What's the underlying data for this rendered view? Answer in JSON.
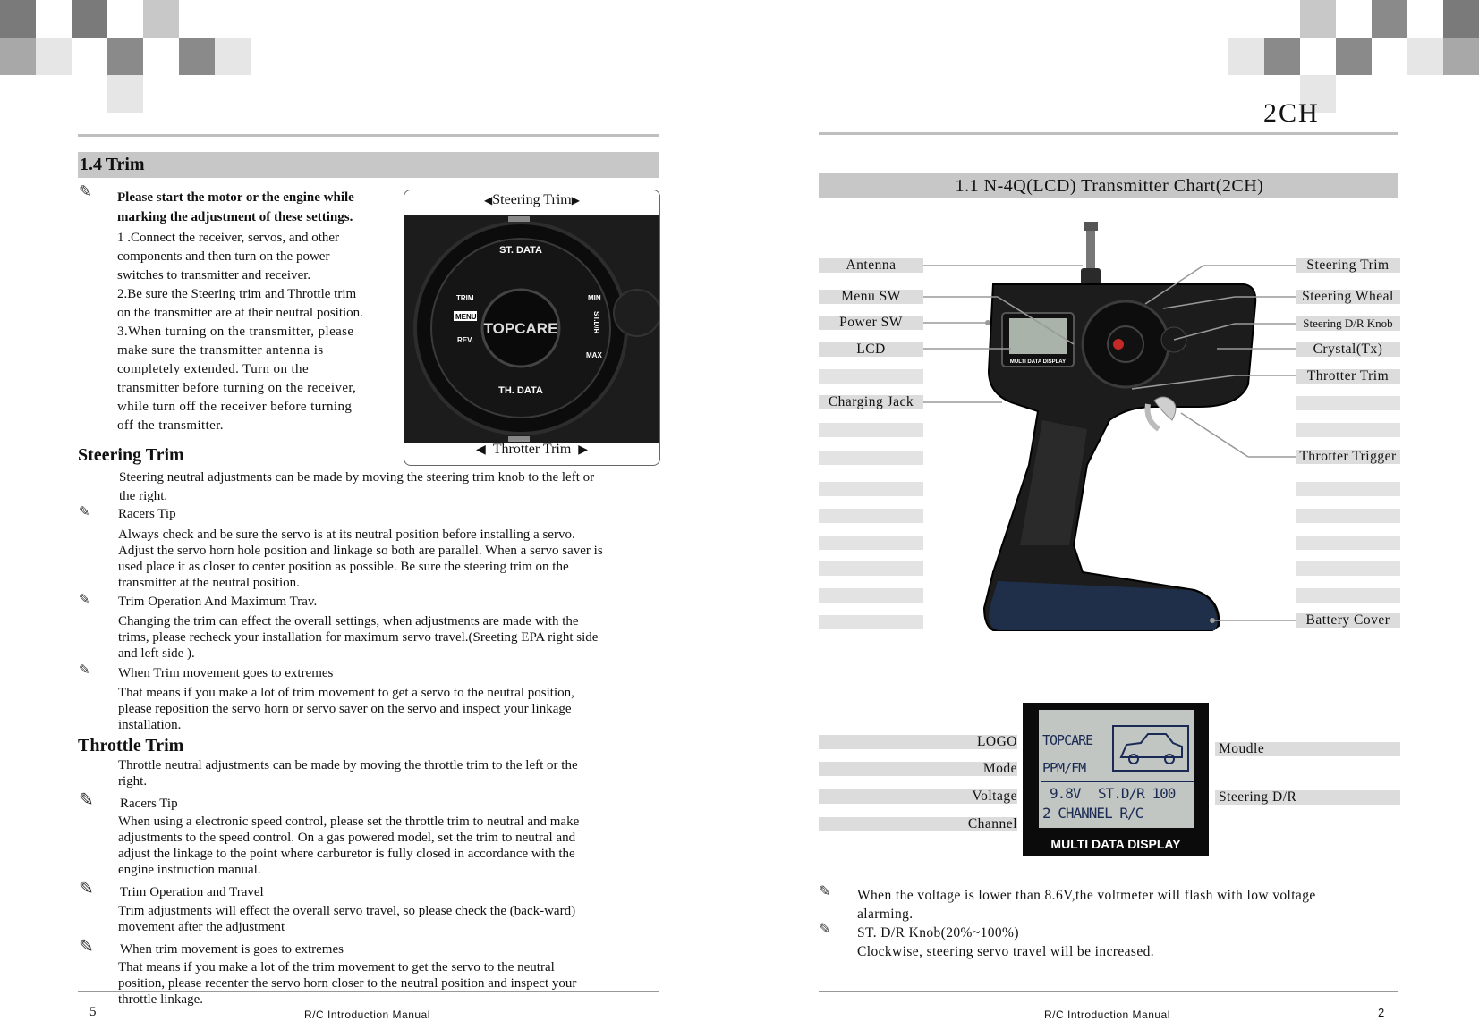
{
  "left": {
    "section_title": "1.4  Trim",
    "warning": [
      "Please start the motor or the engine while",
      "marking the adjustment of these settings."
    ],
    "steps": [
      "1 .Connect the receiver, servos, and other",
      "components and then turn on the power",
      "switches to transmitter and receiver.",
      "2.Be sure the Steering trim and Throttle trim",
      "on the transmitter are at their neutral position.",
      "3.When turning on the transmitter, please",
      "make sure the transmitter antenna is",
      "completely extended. Turn on the",
      "transmitter before turning on the receiver,",
      "while turn off the receiver before turning",
      "off the transmitter."
    ],
    "photo": {
      "top_label": "Steering Trim",
      "bottom_label": "Throtter Trim",
      "st_data": "ST. DATA",
      "th_data": "TH. DATA",
      "trim": "TRIM",
      "menu": "MENU",
      "rev": "REV.",
      "min": "MIN",
      "max": "MAX",
      "st_dr": "ST.D/R",
      "logo": "TOPCARE"
    },
    "steering_heading": "Steering Trim",
    "steering_text": [
      "Steering neutral adjustments can be made by moving the steering trim knob to the left or",
      "the right."
    ],
    "tip1_title": "Racers Tip",
    "tip1_text": [
      "Always check and be sure the servo is at its neutral position before installing a servo.",
      "Adjust the servo horn hole position and linkage so both are parallel. When a servo saver is",
      "used place it as closer to center position as possible. Be sure the steering trim on the",
      "transmitter at the neutral position."
    ],
    "tip2_title": "Trim Operation And Maximum Trav.",
    "tip2_text": [
      "Changing the trim can effect the overall settings, when adjustments are made with the",
      "trims, please recheck your installation for maximum servo travel.(Sreeting EPA right side",
      "and left side )."
    ],
    "tip3_title": "When Trim movement goes to extremes",
    "tip3_text": [
      "That means if you make a lot of trim movement to get a servo to the neutral position,",
      "please reposition the servo horn or servo saver on the servo and inspect your linkage",
      "installation."
    ],
    "throttle_heading": "Throttle Trim",
    "throttle_text": [
      "Throttle neutral adjustments can be made by moving the throttle trim to the left or the",
      "right."
    ],
    "tip4_title": "Racers Tip",
    "tip4_text": [
      "When using a electronic speed control, please set the throttle trim to neutral and make",
      "adjustments to the speed control. On a gas powered model, set the trim to neutral and",
      "adjust the linkage to the point where carburetor is fully closed in accordance with the",
      "engine instruction manual."
    ],
    "tip5_title": "Trim Operation and Travel",
    "tip5_text": [
      "Trim adjustments will effect the overall servo travel, so please check the  (back-ward)",
      "movement after the adjustment"
    ],
    "tip6_title": "When trim movement is goes to extremes",
    "tip6_text": [
      "That means if you make a lot of the trim movement to get the servo to the neutral",
      "position, please recenter the servo horn closer to the neutral position and inspect your",
      "throttle linkage."
    ],
    "page_number": "5",
    "footer": "R/C Introduction  Manual"
  },
  "right": {
    "corner_label": "2CH",
    "section_title": "1.1  N-4Q(LCD) Transmitter Chart(2CH)",
    "left_labels": [
      "Antenna",
      "Menu  SW",
      "Power SW",
      "LCD",
      "Charging Jack"
    ],
    "right_labels": [
      "Steering Trim",
      "Steering Wheal",
      "Steering D/R Knob",
      "Crystal(Tx)",
      "Throtter Trim",
      "Throtter Trigger",
      "Battery Cover"
    ],
    "lcd_left_labels": [
      "LOGO",
      "Mode",
      "Voltage",
      "Channel"
    ],
    "lcd_right_labels": [
      "Moudle",
      "Steering  D/R"
    ],
    "lcd_screen": {
      "logo": "TOPCARE",
      "mode": "PPM/FM",
      "voltage": "9.8V",
      "stdr": "ST.D/R 100",
      "channel": "2 CHANNEL R/C",
      "footer": "MULTI  DATA  DISPLAY"
    },
    "small_lcd": {
      "footer": "MULTI  DATA  DISPLAY"
    },
    "notes": [
      "When the voltage is lower than 8.6V,the voltmeter will flash with low voltage",
      "alarming.",
      "ST.  D/R Knob(20%~100%)",
      "Clockwise, steering servo travel will be increased."
    ],
    "page_number": "2",
    "footer": "R/C Introduction  Manual"
  },
  "colors": {
    "header_bar": "#c7c7c7",
    "label_bg": "#dcdcdc",
    "rule": "#bfbfbf",
    "dark_square": "#7a7a7a",
    "light_square": "#dedede"
  }
}
